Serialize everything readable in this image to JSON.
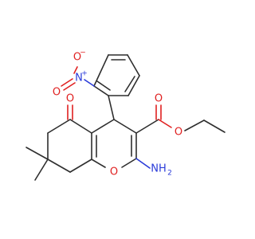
{
  "diagram": {
    "type": "chemical-structure",
    "atom_labels": {
      "nitro_o_minus": "O",
      "nitro_o_minus_charge": "−",
      "nitro_n_plus": "N",
      "nitro_n_plus_charge": "+",
      "nitro_o_double": "O",
      "ketone_o": "O",
      "ester_carbonyl_o": "O",
      "ester_ether_o": "O",
      "ring_o": "O",
      "amine": "NH",
      "amine_subscript": "2"
    },
    "colors": {
      "bond": "#2e2e2e",
      "oxygen": "#e02020",
      "nitrogen": "#2a3bd9"
    }
  }
}
